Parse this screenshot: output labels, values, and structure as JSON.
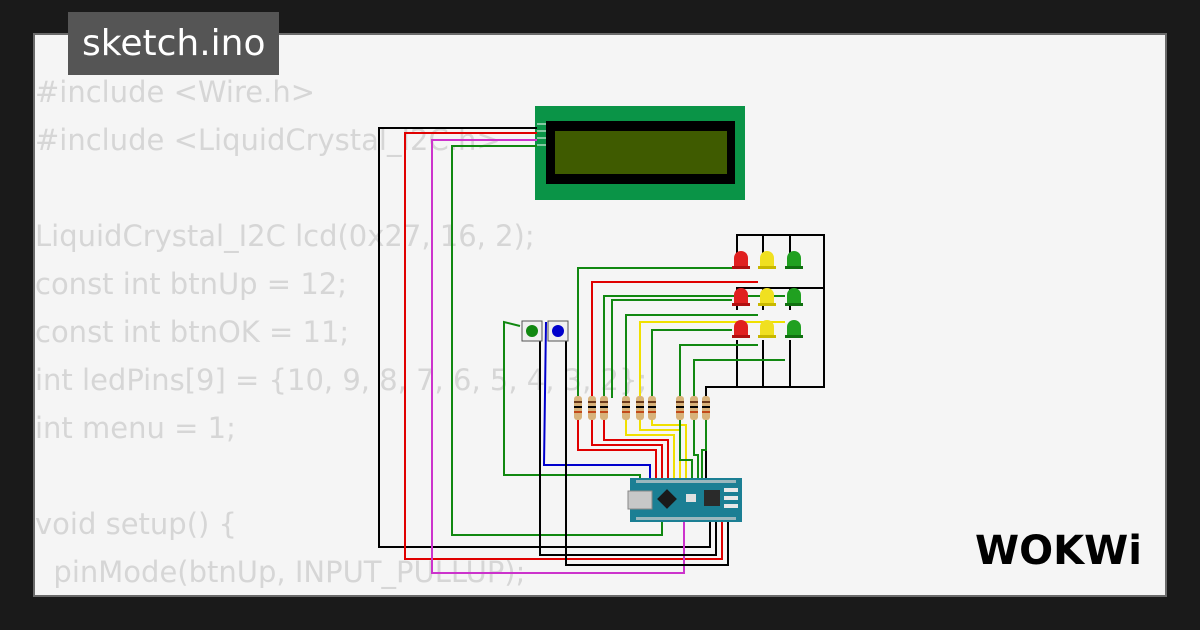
{
  "tab": {
    "filename": "sketch.ino"
  },
  "code": {
    "lines": [
      "#include <Wire.h>",
      "#include <LiquidCrystal_I2C.h>",
      "",
      "LiquidCrystal_I2C lcd(0x27, 16, 2);",
      "const int btnUp = 12;",
      "const int btnOK = 11;",
      "int ledPins[9] = {10, 9, 8, 7, 6, 5, 4, 3, 2};",
      "int menu = 1;",
      "",
      "void setup() {",
      "  pinMode(btnUp, INPUT_PULLUP);"
    ]
  },
  "brand": {
    "logo_text": "WOKWi"
  },
  "colors": {
    "background": "#1a1a1a",
    "card": "#f5f5f5",
    "tab": "#555555",
    "code_text": "#d6d6d6",
    "lcd_board": "#0a9447",
    "lcd_screen": "#3f5b00",
    "arduino_board": "#1b7f94",
    "wire_black": "#000000",
    "wire_red": "#e00000",
    "wire_magenta": "#cc33cc",
    "wire_green": "#118811",
    "wire_yellow": "#f0e000",
    "wire_blue": "#0000cc"
  },
  "components": {
    "lcd": {
      "name": "lcd-1602-i2c"
    },
    "arduino": {
      "name": "arduino-nano"
    },
    "buttons": [
      {
        "color": "green"
      },
      {
        "color": "blue"
      }
    ],
    "leds": [
      {
        "color": "red"
      },
      {
        "color": "yellow"
      },
      {
        "color": "green"
      },
      {
        "color": "red"
      },
      {
        "color": "yellow"
      },
      {
        "color": "green"
      },
      {
        "color": "red"
      },
      {
        "color": "yellow"
      },
      {
        "color": "green"
      }
    ],
    "resistor_count": 9
  }
}
